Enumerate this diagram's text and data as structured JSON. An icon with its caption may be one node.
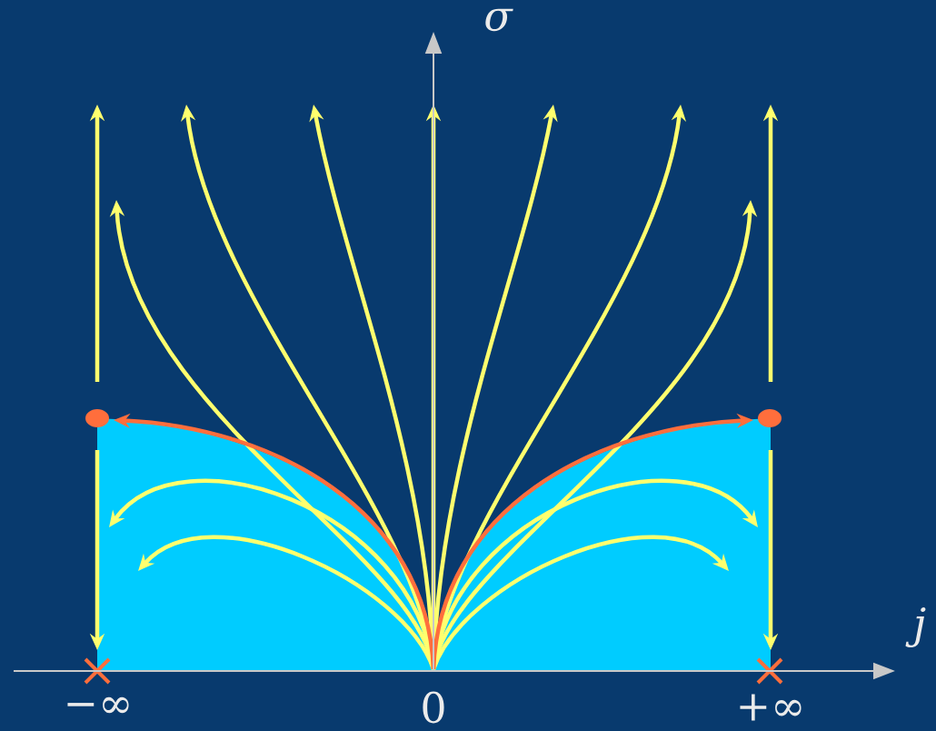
{
  "diagram": {
    "labels": [
      "σ",
      "j",
      "−∞",
      "0",
      "+∞"
    ]
  }
}
